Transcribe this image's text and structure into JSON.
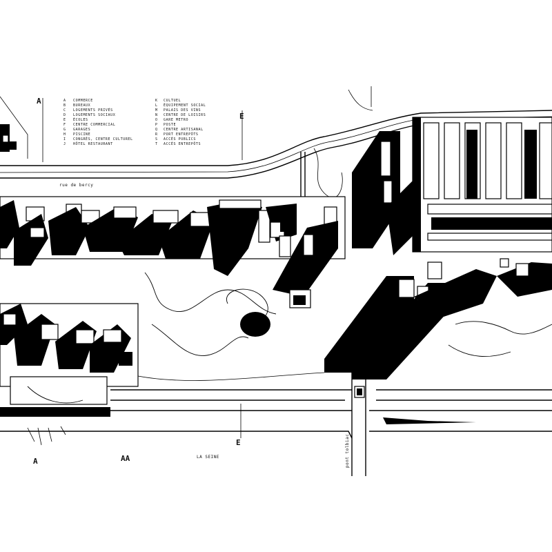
{
  "legend_left": [
    {
      "key": "A",
      "text": "COMMERCE"
    },
    {
      "key": "B",
      "text": "BUREAUX"
    },
    {
      "key": "C",
      "text": "LOGEMENTS PRIVÉS"
    },
    {
      "key": "D",
      "text": "LOGEMENTS SOCIAUX"
    },
    {
      "key": "E",
      "text": "ÉCOLES"
    },
    {
      "key": "F",
      "text": "CENTRE COMMERCIAL"
    },
    {
      "key": "G",
      "text": "GARAGES"
    },
    {
      "key": "H",
      "text": "PISCINE"
    },
    {
      "key": "I",
      "text": "CONGRÈS, CENTRE CULTUREL"
    },
    {
      "key": "J",
      "text": "HÔTEL RESTAURANT"
    }
  ],
  "legend_right": [
    {
      "key": "K",
      "text": "CULTUEL"
    },
    {
      "key": "L",
      "text": "ÉQUIPEMENT SOCIAL"
    },
    {
      "key": "M",
      "text": "PALAIS DES VINS"
    },
    {
      "key": "N",
      "text": "CENTRE DE LOISIRS"
    },
    {
      "key": "O",
      "text": "GARE METRO"
    },
    {
      "key": "P",
      "text": "POSTE"
    },
    {
      "key": "Q",
      "text": "CENTRE ARTISANAL"
    },
    {
      "key": "R",
      "text": "PORT ENTREPÔTS"
    },
    {
      "key": "S",
      "text": "ACCÈS PUBLICS"
    },
    {
      "key": "T",
      "text": "ACCÈS ENTREPÔTS"
    }
  ],
  "streets": {
    "rue_de_bercy": "rue de bercy",
    "la_seine": "LA SEINE",
    "pont_tolbiac": "pont tolbiac"
  },
  "section_marks": {
    "a_top": "A",
    "a_bottom": "A",
    "e_top": "E",
    "e_bottom": "E",
    "aa": "AA"
  },
  "colors": {
    "ink": "#000000",
    "paper": "#ffffff"
  }
}
